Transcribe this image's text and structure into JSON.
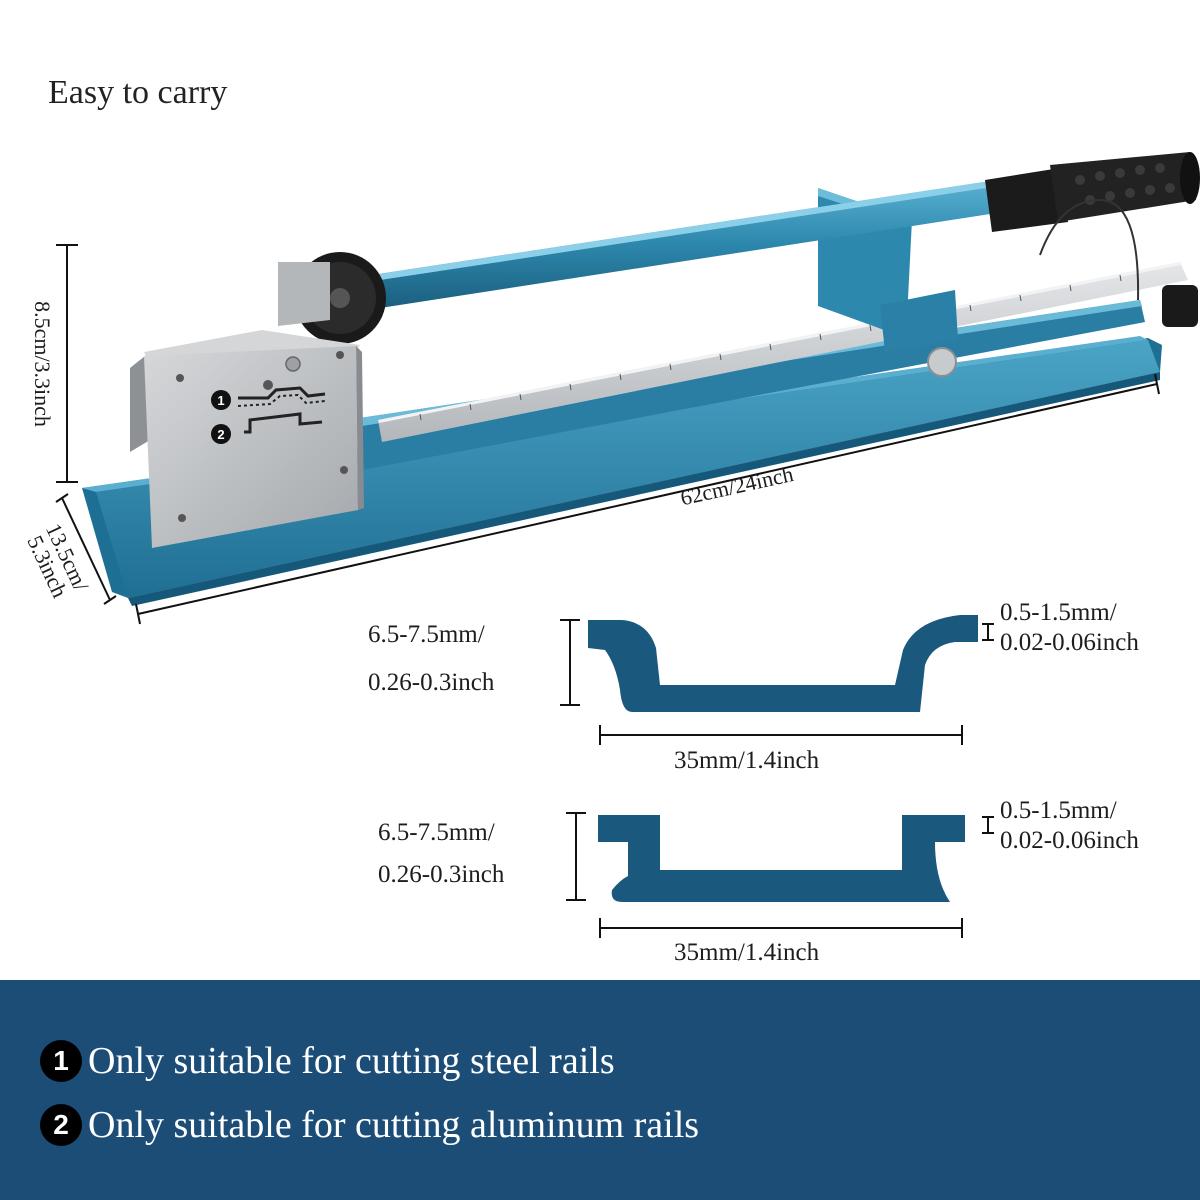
{
  "headline": "Easy to carry",
  "colors": {
    "tool_blue": "#2d88ad",
    "profile_blue": "#1b587d",
    "footer_blue": "#1b4d77",
    "steel": "#b9bcbf"
  },
  "dimensions": {
    "height": "8.5cm/3.3inch",
    "width_line1": "13.5cm/",
    "width_line2": "5.3inch",
    "length": "62cm/24inch"
  },
  "die_markers": [
    "1",
    "2"
  ],
  "steel_rail_profile": {
    "height_line1": "6.5-7.5mm/",
    "height_line2": "0.26-0.3inch",
    "thickness_line1": "0.5-1.5mm/",
    "thickness_line2": "0.02-0.06inch",
    "width": "35mm/1.4inch"
  },
  "aluminum_rail_profile": {
    "height_line1": "6.5-7.5mm/",
    "height_line2": "0.26-0.3inch",
    "thickness_line1": "0.5-1.5mm/",
    "thickness_line2": "0.02-0.06inch",
    "width": "35mm/1.4inch"
  },
  "notes": [
    {
      "num": "1",
      "text": "Only suitable for cutting steel rails"
    },
    {
      "num": "2",
      "text": "Only suitable for cutting aluminum rails"
    }
  ]
}
